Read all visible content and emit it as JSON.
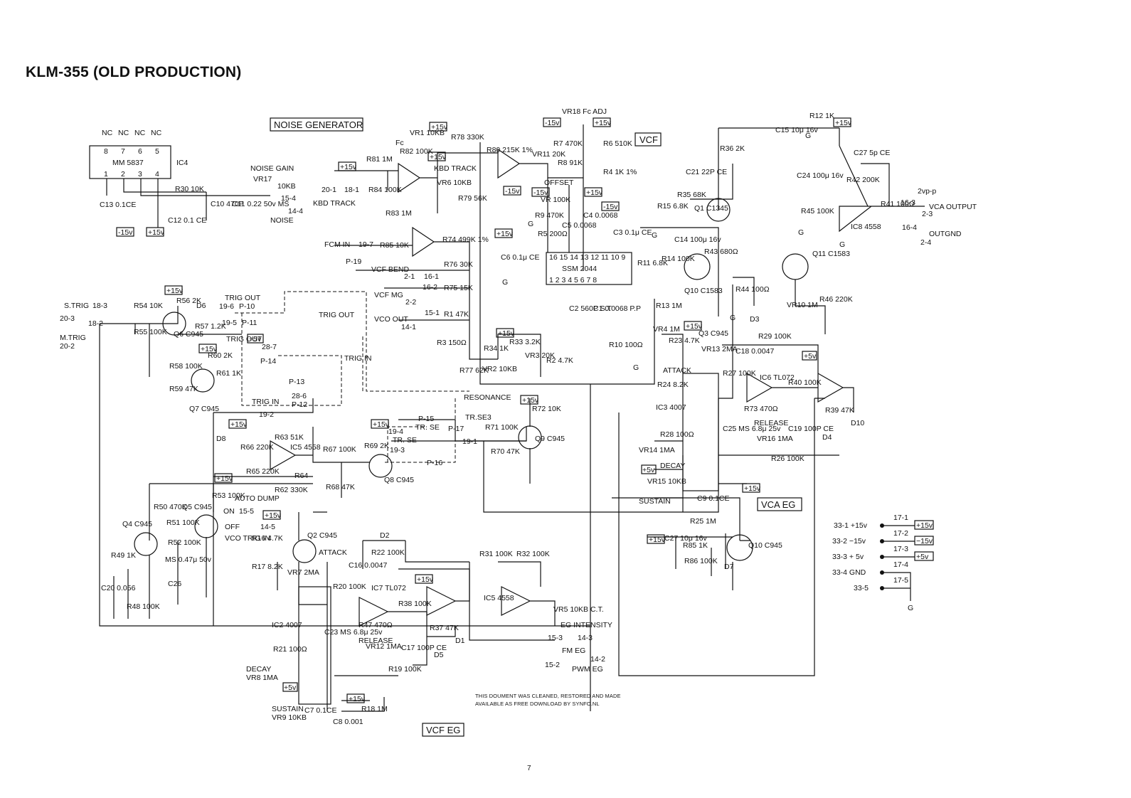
{
  "title": "KLM-355 (OLD PRODUCTION)",
  "sections": {
    "noise_generator": "NOISE GENERATOR",
    "vcf": "VCF",
    "vca_eg": "VCA EG",
    "vcf_eg": "VCF EG"
  },
  "ic4": {
    "nc_pins": [
      "NC",
      "NC",
      "NC",
      "NC"
    ],
    "top_pins": [
      "8",
      "7",
      "6",
      "5"
    ],
    "chip": "MM 5837",
    "bottom_pins": [
      "1",
      "2",
      "3",
      "4"
    ],
    "ref": "IC4"
  },
  "labels": {
    "noise_gain": "NOISE GAIN",
    "vr17": "VR17",
    "vr17_val": "10KB",
    "noise_out": "NOISE",
    "kbd_track": "KBD TRACK",
    "kbd_track2": "KBD TRACK",
    "fc": "Fc",
    "vr18": "VR18 Fc ADJ",
    "offset": "OFFSET",
    "fcm_in": "FCM IN",
    "vcf_bend": "VCF BEND",
    "vcf_mg": "VCF MG",
    "vco_out": "VCO OUT",
    "ssm": "SSM 2044",
    "ssm_top": "16 15 14 13 12 11 10 9",
    "ssm_bot": "1 2 3 4 5 6 7 8",
    "resonance": "RESONANCE",
    "s_trig": "S.TRIG",
    "m_trig": "M.TRIG",
    "trig_out": "TRIG OUT",
    "trig_out2": "TRIG OUT",
    "trig_in": "TRIG IN",
    "trig_in2": "TRIG IN",
    "trig_out3": "TRIG OUT",
    "auto_dump": "AUTO DUMP",
    "on": "ON",
    "off": "OFF",
    "vco_trig": "VCO TRIG IN",
    "attack": "ATTACK",
    "attack2": "ATTACK",
    "release": "RELEASE",
    "release2": "RELEASE",
    "decay": "DECAY",
    "sustain": "SUSTAIN",
    "decay2": "DECAY",
    "sustain2": "SUSTAIN",
    "eg_intensity": "EG INTENSITY",
    "fm_eg": "FM EG",
    "pwm_eg": "PWM EG",
    "vca_output": "VCA OUTPUT",
    "out_gnd": "OUTGND",
    "vpp": "2vp-p",
    "tr_se": "TR. SE",
    "tr_se3": "TR.SE3"
  },
  "components": [
    "R30 10K",
    "C10 470P",
    "C11 0.22 50v MS",
    "C13 0.1CE",
    "C12 0.1 CE",
    "R81 1M",
    "R82 100K",
    "R84 100K",
    "R83 1M",
    "VR1 10KB",
    "R78 330K",
    "R80 215K 1%",
    "VR11 20K",
    "R8 91K",
    "VR6 10KB",
    "R79 56K",
    "R7 470K",
    "R6 510K",
    "R4 1K 1%",
    "R5 200Ω",
    "R9 470K",
    "VR 100K",
    "C5 0.0068",
    "C4 0.0068",
    "C3 0.1μ CE",
    "R85 10K",
    "R74 499K 1%",
    "R76 30K",
    "R75 15K",
    "R1 47K",
    "R3 150Ω",
    "C6 0.1μ CE",
    "R34 1K",
    "R33 3.2K",
    "VR3 20K",
    "R2 4.7K",
    "VR2 10KB",
    "R77 62K",
    "C2 560P S.T",
    "C1 0.0068 P.P",
    "R10 100Ω",
    "R11 6.8K",
    "R14 100K",
    "R13 1M",
    "VR4 1M",
    "R15 6.8K",
    "R35 68K",
    "C21 22P CE",
    "R36 2K",
    "R43 680Ω",
    "R44 100Ω",
    "C14 100μ 16v",
    "Q1 C1345",
    "Q10 C1583",
    "R12 1K",
    "C15 10μ 16v",
    "C27 5p CE",
    "C24 100μ 16v",
    "R42 200K",
    "R45 100K",
    "R41 100Ω",
    "IC8 4558",
    "Q11 C1583",
    "R46 220K",
    "VR10 1M",
    "R54 10K",
    "R55 100K",
    "R56 2K",
    "D6",
    "R57 1.2K",
    "Q6 C945",
    "R58 100K",
    "R60 2K",
    "R61 1K",
    "R59 47K",
    "Q7 C945",
    "D8",
    "R66 220K",
    "R63 51K",
    "IC5 4558",
    "R65 220K",
    "R64",
    "R62 330K",
    "R67 100K",
    "R69 2K",
    "Q8 C945",
    "R68 47K",
    "R71 100K",
    "R72 10K",
    "Q9 C945",
    "R70 47K",
    "R50 470K",
    "Q4 C945",
    "Q5 C945",
    "R51 100K",
    "R52 100K",
    "MS 0.47μ 50v",
    "C26",
    "R49 1K",
    "C20 0.056",
    "R48 100K",
    "R53 100K",
    "R16 4.7K",
    "R17 8.2K",
    "Q2 C945",
    "VR7 2MA",
    "D2",
    "R22 100K",
    "C16 0.0047",
    "R20 100K",
    "IC7 TL072",
    "R38 100K",
    "R47 470Ω",
    "C23 MS 6.8μ 25v",
    "VR12 1MA",
    "C17 100P CE",
    "R37 47K",
    "D1",
    "D5",
    "R19 100K",
    "R21 100Ω",
    "VR8 1MA",
    "VR9 10KB",
    "C7 0.1CE",
    "C8 0.001",
    "R18 1M",
    "IC2 4007",
    "R31 100K",
    "R32 100K",
    "IC5 4558",
    "VR5 10KB C.T.",
    "D3",
    "R29 100K",
    "C18 0.0047",
    "R27 100K",
    "IC6 TL072",
    "R40 100K",
    "R39 47K",
    "D10",
    "D4",
    "C19 100P CE",
    "R73 470Ω",
    "C25 MS 6.8μ 25v",
    "VR16 1MA",
    "R26 100K",
    "R28 100Ω",
    "VR14 1MA",
    "VR15 10KB",
    "IC3 4007",
    "R24 8.2K",
    "R23 4.7K",
    "Q3 C945",
    "VR13 2MA",
    "C9 0.1CE",
    "R25 1M",
    "C27 10μ 16v",
    "R85 1K",
    "R86 100K",
    "D7",
    "Q10 C945"
  ],
  "connectors": {
    "power_rows": [
      {
        "pin": "33-1 +15v",
        "conn": "17-1",
        "rail": "+15v"
      },
      {
        "pin": "33-2 −15v",
        "conn": "17-2",
        "rail": "−15v"
      },
      {
        "pin": "33-3 + 5v",
        "conn": "17-3",
        "rail": "+5v"
      },
      {
        "pin": "33-4 GND",
        "conn": "17-4",
        "rail": ""
      },
      {
        "pin": "33-5",
        "conn": "17-5",
        "rail": "G"
      }
    ],
    "pins": [
      "15-4",
      "14-4",
      "20-1",
      "18-1",
      "19-7",
      "P-19",
      "2-1",
      "16-1",
      "16-2",
      "2-2",
      "15-1",
      "14-1",
      "18-3",
      "20-3",
      "18-2",
      "20-2",
      "19-6",
      "P-10",
      "19-5",
      "P-11",
      "28-7",
      "P-14",
      "P-13",
      "28-6",
      "P-12",
      "19-2",
      "P-15",
      "19-4",
      "19-3",
      "P-16",
      "P-17",
      "19-1",
      "15-5",
      "14-5",
      "16-3",
      "2-3",
      "16-4",
      "2-4",
      "15-3",
      "14-3",
      "15-2",
      "14-2"
    ]
  },
  "rails": {
    "p15": "+15v",
    "n15": "-15v",
    "p5": "+5v",
    "g": "G"
  },
  "notice": "THIS DOUMENT WAS CLEANED, RESTORED AND MADE AVAILABLE AS FREE DOWNLOAD BY SYNFO.NL",
  "page_number": "7"
}
